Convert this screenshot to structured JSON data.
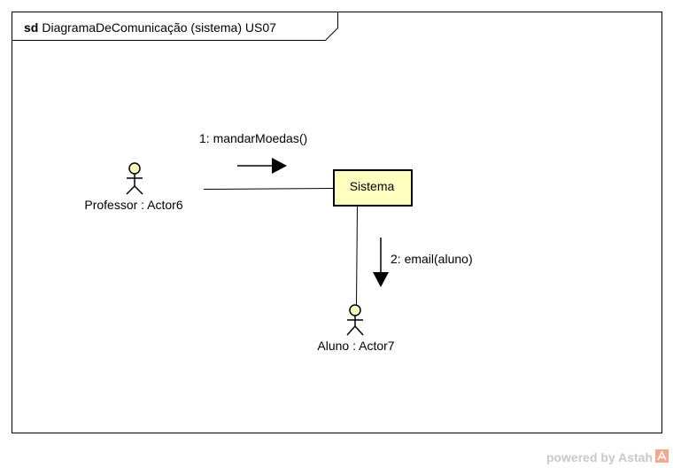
{
  "frame": {
    "keyword": "sd",
    "name": "DiagramaDeComunicação (sistema) US07"
  },
  "lifelines": {
    "professor": {
      "label": "Professor : Actor6"
    },
    "sistema": {
      "label": "Sistema",
      "fill_color": "#ffffc0"
    },
    "aluno": {
      "label": "Aluno : Actor7"
    }
  },
  "messages": [
    {
      "label": "1: mandarMoedas()",
      "direction": "right"
    },
    {
      "label": "2: email(aluno)",
      "direction": "down"
    }
  ],
  "actor_head_color": "#ffffc0",
  "watermark": {
    "text": "powered by Astah"
  }
}
